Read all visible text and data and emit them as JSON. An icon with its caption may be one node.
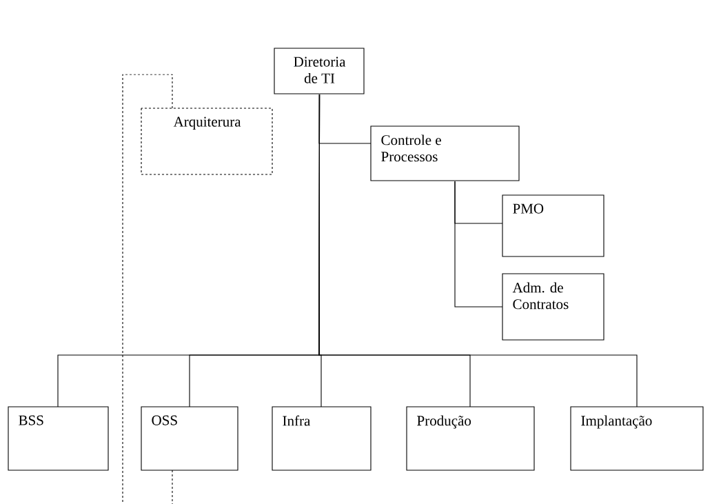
{
  "diagram": {
    "nodes": [
      {
        "text": [
          "Diretoria de TI"
        ]
      },
      {
        "text": [
          "Arquiterura"
        ]
      },
      {
        "text": [
          "Controle e Processos"
        ]
      },
      {
        "text": [
          "PMO"
        ]
      },
      {
        "text": [
          "Adm. de Contratos"
        ]
      },
      {
        "text": [
          "BSS"
        ]
      },
      {
        "text": [
          "OSS"
        ]
      },
      {
        "text": [
          "Infra"
        ]
      },
      {
        "text": [
          "Produção"
        ]
      },
      {
        "text": [
          "Implantação"
        ]
      }
    ],
    "edges": [
      {
        "from": 0,
        "to": 2,
        "arrow": "none"
      },
      {
        "from": 2,
        "to": 3,
        "arrow": "none"
      },
      {
        "from": 2,
        "to": 4,
        "arrow": "none"
      },
      {
        "from": 0,
        "to": 5,
        "arrow": "none"
      },
      {
        "from": 0,
        "to": 6,
        "arrow": "none"
      },
      {
        "from": 0,
        "to": 7,
        "arrow": "none"
      },
      {
        "from": 0,
        "to": 8,
        "arrow": "none"
      },
      {
        "from": 0,
        "to": 9,
        "arrow": "none"
      },
      {
        "from": 1,
        "to": null,
        "arrow": "none",
        "style": "dashed"
      },
      {
        "from": 6,
        "to": null,
        "arrow": "none",
        "style": "dashed"
      }
    ]
  }
}
